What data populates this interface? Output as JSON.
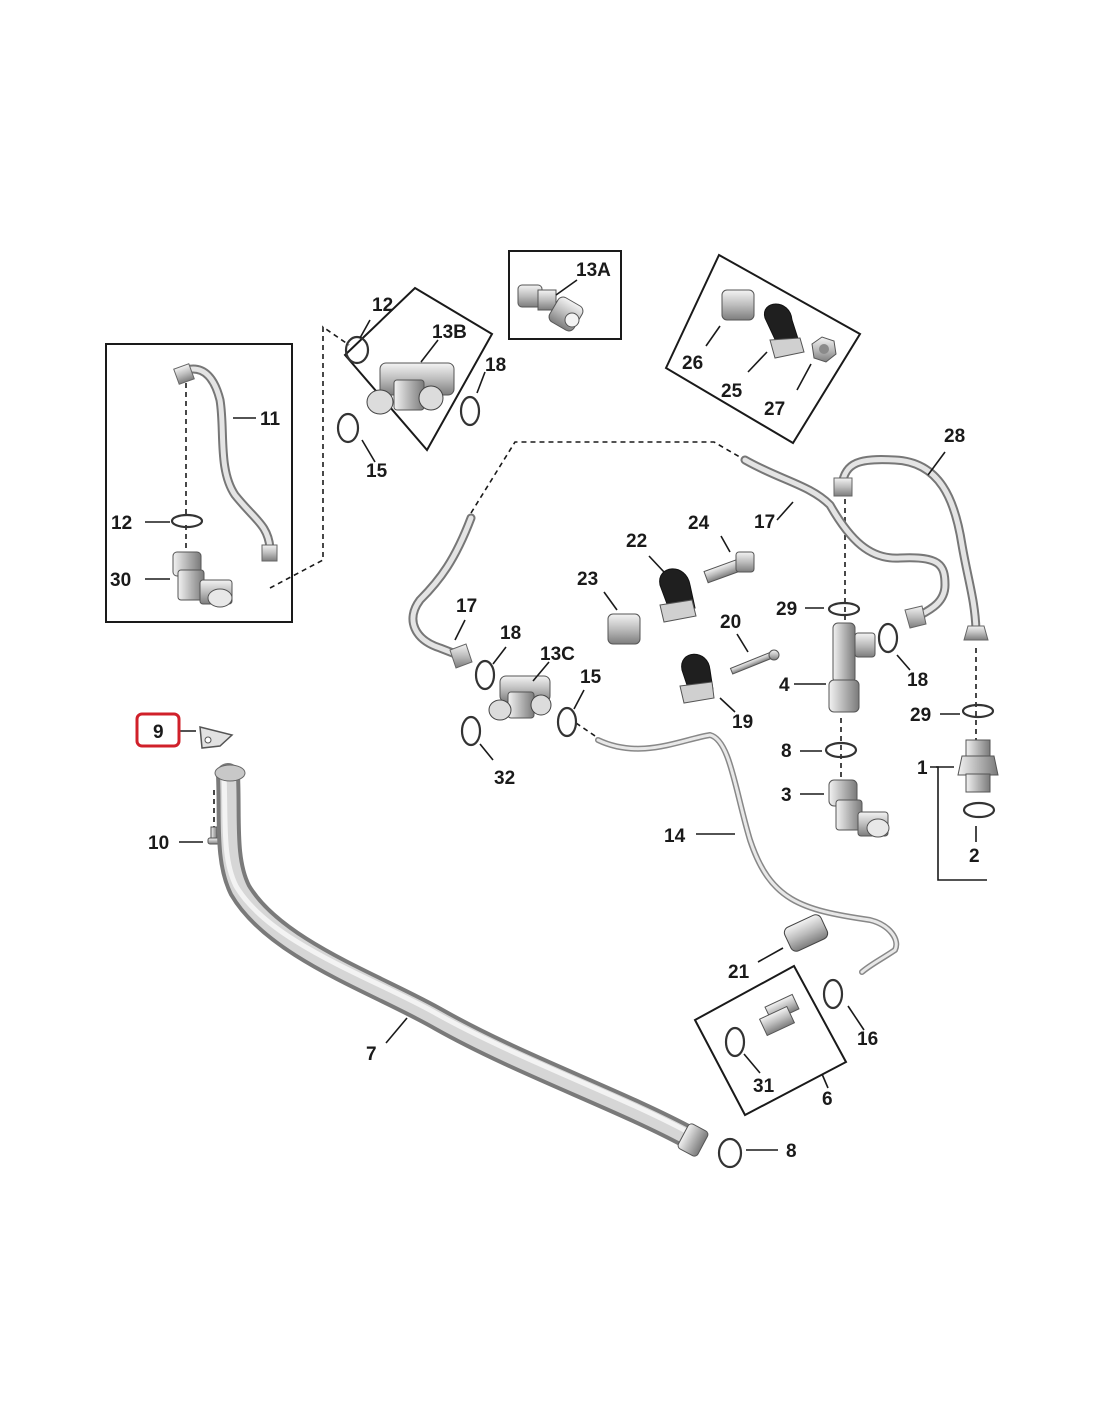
{
  "diagram": {
    "highlighted_callout": "9",
    "callouts": {
      "c1": "1",
      "c2": "2",
      "c3": "3",
      "c4": "4",
      "c6": "6",
      "c7": "7",
      "c8a": "8",
      "c8b": "8",
      "c9": "9",
      "c10": "10",
      "c11": "11",
      "c12a": "12",
      "c12b": "12",
      "c13a": "13A",
      "c13b": "13B",
      "c13c": "13C",
      "c14": "14",
      "c15a": "15",
      "c15b": "15",
      "c16": "16",
      "c17a": "17",
      "c17b": "17",
      "c18a": "18",
      "c18b": "18",
      "c18c": "18",
      "c19": "19",
      "c20": "20",
      "c21": "21",
      "c22": "22",
      "c23": "23",
      "c24": "24",
      "c25": "25",
      "c26": "26",
      "c27": "27",
      "c28": "28",
      "c29a": "29",
      "c29b": "29",
      "c30": "30",
      "c31": "31",
      "c32": "32"
    },
    "colors": {
      "highlight": "#d0202a",
      "ink": "#1a1a1a",
      "metal": "#b9b9b9"
    }
  }
}
